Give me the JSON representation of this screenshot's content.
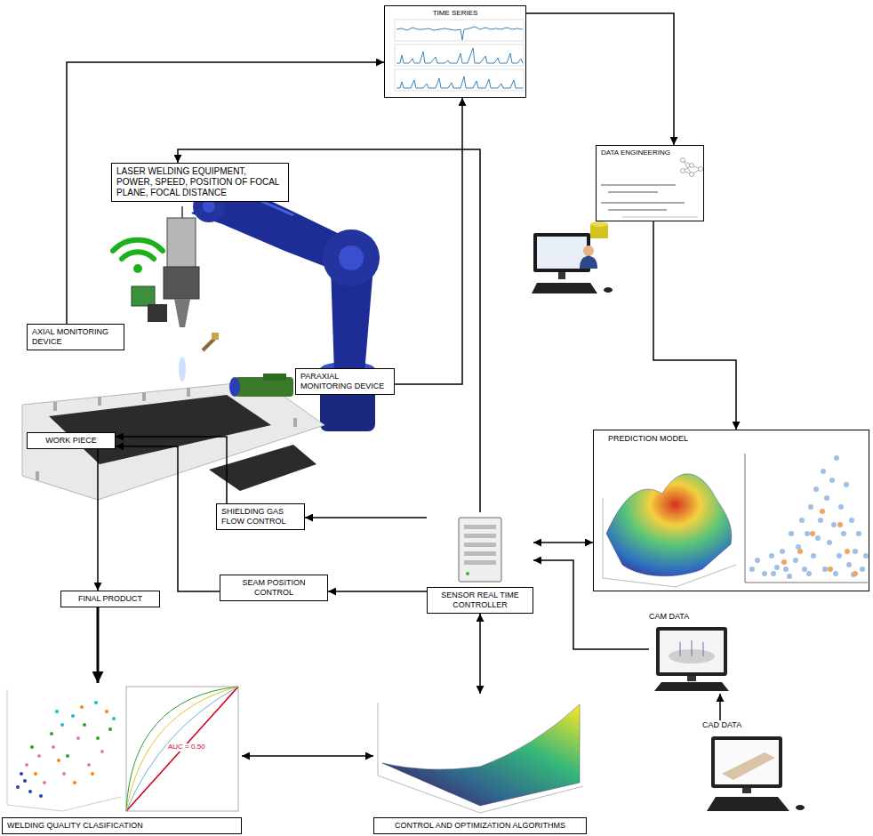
{
  "diagram": {
    "nodes": [
      {
        "text": [
          "TIME SERIES"
        ]
      },
      {
        "text": [
          "LASER WELDING EQUIPMENT, POWER, SPEED, POSITION OF FOCAL PLANE, FOCAL DISTANCE"
        ]
      },
      {
        "text": [
          "DATA ENGINEERING"
        ]
      },
      {
        "text": [
          "AXIAL MONITORING DEVICE"
        ]
      },
      {
        "text": [
          "PARAXIAL MONITORING DEVICE"
        ]
      },
      {
        "text": [
          "WORK PIECE"
        ]
      },
      {
        "text": [
          "PREDICTION MODEL"
        ]
      },
      {
        "text": [
          "SHIELDING GAS FLOW CONTROL"
        ]
      },
      {
        "text": [
          "SENSOR REAL TIME CONTROLLER"
        ]
      },
      {
        "text": [
          "FINAL PRODUCT"
        ]
      },
      {
        "text": [
          "SEAM POSITION CONTROL"
        ]
      },
      {
        "text": [
          "CAM DATA"
        ]
      },
      {
        "text": [
          "CAD DATA"
        ]
      },
      {
        "text": [
          "WELDING QUALITY CLASIFICATION"
        ]
      },
      {
        "text": [
          "CONTROL AND OPTIMIZATION ALGORITHMS"
        ]
      }
    ],
    "edges": [
      {
        "from": 3,
        "to": 0,
        "arrow": "to"
      },
      {
        "from": 4,
        "to": 0,
        "arrow": "to"
      },
      {
        "from": 0,
        "to": 2,
        "arrow": "to"
      },
      {
        "from": 2,
        "to": 6,
        "arrow": "to"
      },
      {
        "from": 8,
        "to": 6,
        "arrow": "both"
      },
      {
        "from": 8,
        "to": 1,
        "arrow": "to"
      },
      {
        "from": 8,
        "to": 7,
        "arrow": "to"
      },
      {
        "from": 7,
        "to": 5,
        "arrow": "to"
      },
      {
        "from": 8,
        "to": 10,
        "arrow": "to"
      },
      {
        "from": 10,
        "to": 5,
        "arrow": "to"
      },
      {
        "from": 5,
        "to": 9,
        "arrow": "to"
      },
      {
        "from": 9,
        "to": 13,
        "arrow": "to"
      },
      {
        "from": 13,
        "to": 14,
        "arrow": "both"
      },
      {
        "from": 14,
        "to": 8,
        "arrow": "both"
      },
      {
        "from": 11,
        "to": 8,
        "arrow": "to"
      },
      {
        "from": 12,
        "to": 11,
        "arrow": "to"
      }
    ],
    "labels": [
      "AUC = 0.50"
    ]
  }
}
